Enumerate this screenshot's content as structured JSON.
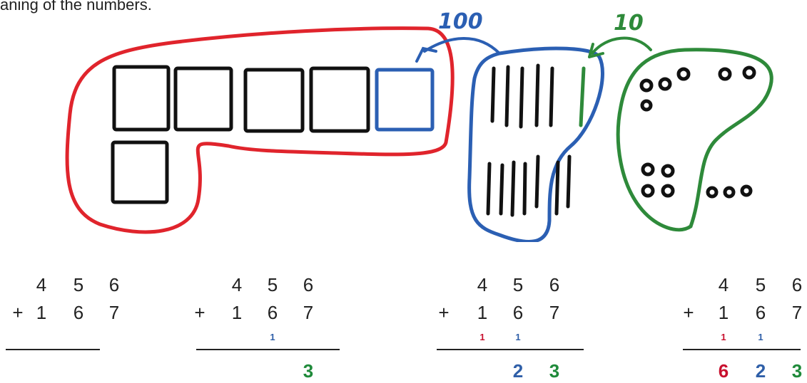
{
  "header_text": "aning of the numbers.",
  "colors": {
    "hundreds": "#c8102e",
    "tens": "#2f5fa8",
    "ones": "#1f8a3a",
    "outline_red": "#e0242c",
    "outline_blue": "#2b5fb3",
    "outline_green": "#2e8a3a",
    "ink": "#111111"
  },
  "drawing": {
    "label_hundred": "100",
    "label_ten": "10"
  },
  "sums": [
    {
      "top": [
        "4",
        "5",
        "6"
      ],
      "op": "+",
      "bottom": [
        "1",
        "6",
        "7"
      ],
      "carries": [
        "",
        "",
        ""
      ],
      "result": [
        "",
        "",
        ""
      ]
    },
    {
      "top": [
        "4",
        "5",
        "6"
      ],
      "op": "+",
      "bottom": [
        "1",
        "6",
        "7"
      ],
      "carries": [
        "",
        "1",
        ""
      ],
      "result": [
        "",
        "",
        "3"
      ]
    },
    {
      "top": [
        "4",
        "5",
        "6"
      ],
      "op": "+",
      "bottom": [
        "1",
        "6",
        "7"
      ],
      "carries": [
        "1",
        "1",
        ""
      ],
      "result": [
        "",
        "2",
        "3"
      ]
    },
    {
      "top": [
        "4",
        "5",
        "6"
      ],
      "op": "+",
      "bottom": [
        "1",
        "6",
        "7"
      ],
      "carries": [
        "1",
        "1",
        ""
      ],
      "result": [
        "6",
        "2",
        "3"
      ]
    }
  ]
}
